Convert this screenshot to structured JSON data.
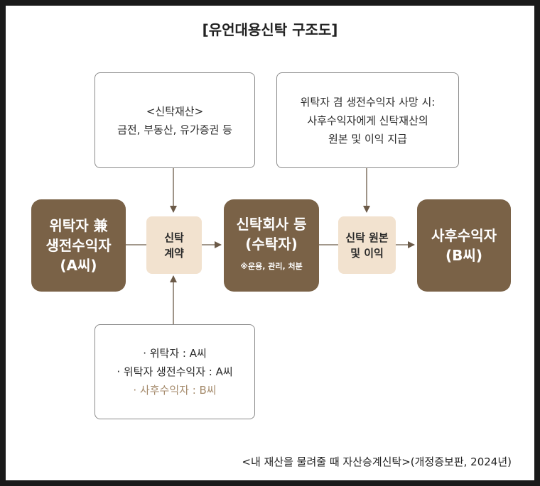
{
  "title": "[유언대용신탁 구조도]",
  "note_top_left": {
    "line1": "<신탁재산>",
    "line2": "금전, 부동산, 유가증권 등"
  },
  "note_top_right": {
    "line1": "위탁자 겸 생전수익자 사망 시:",
    "line2": "사후수익자에게 신탁재산의",
    "line3": "원본 및 이익 지급"
  },
  "settlor": {
    "line1": "위탁자 兼",
    "line2": "생전수익자",
    "line3": "(A씨)"
  },
  "contract": {
    "line1": "신탁",
    "line2": "계약"
  },
  "trustee": {
    "line1": "신탁회사 등",
    "line2": "(수탁자)",
    "note": "※운용, 관리, 처분"
  },
  "payout": {
    "line1": "신탁 원본",
    "line2": "및 이익"
  },
  "beneficiary": {
    "line1": "사후수익자",
    "line2": "(B씨)"
  },
  "note_bottom": {
    "line1": "· 위탁자 : A씨",
    "line2": "· 위탁자 생전수익자 : A씨",
    "line3": "· 사후수익자 : B씨"
  },
  "source": "<내 재산을 물려줄 때 자산승계신탁>(개정증보판, 2024년)",
  "colors": {
    "brown": "#7a6247",
    "tan": "#f2e2cf",
    "accent_text": "#a48a6b"
  }
}
